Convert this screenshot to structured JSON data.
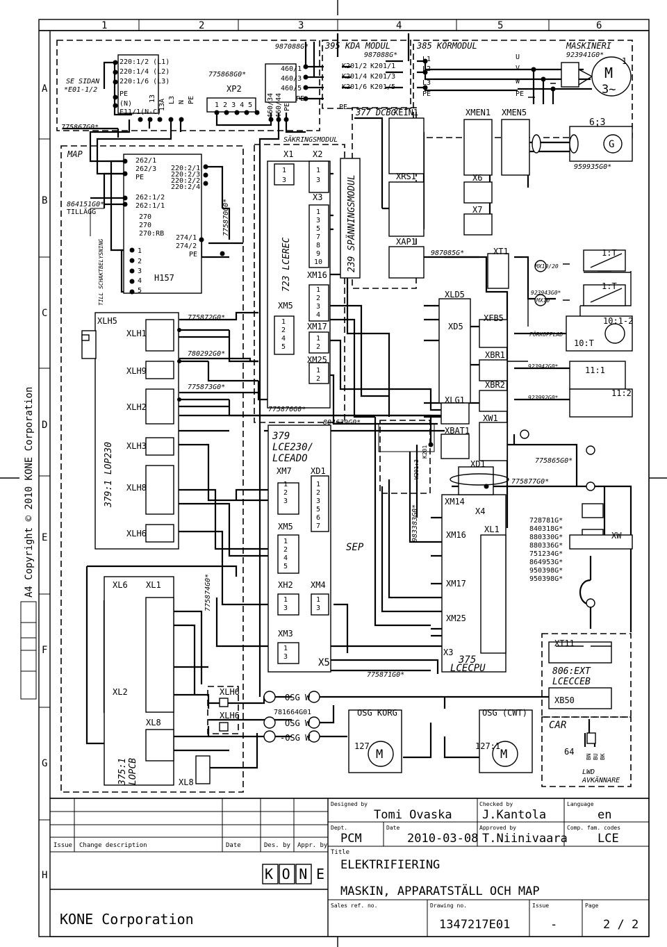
{
  "sheet": {
    "side_text": "A4   Copyright © 2010 KONE Corporation",
    "columns": [
      "1",
      "2",
      "3",
      "4",
      "5",
      "6"
    ],
    "rows": [
      "A",
      "B",
      "C",
      "D",
      "E",
      "F",
      "G",
      "H"
    ]
  },
  "labels": {
    "se_sidan": "SE SIDAN",
    "e01": "*E01-1/2",
    "l1a": "220:1/2 (L1)",
    "l2a": "220:1/4 (L2)",
    "l3a": "220:1/6 (L3)",
    "pe": "PE",
    "n": "(N)",
    "f11": "F11/1(N-C)",
    "r13": "13",
    "r13a": "13A",
    "rl3": "L3",
    "rn": "N",
    "rpe": "PE",
    "c987088": "987088G*",
    "c775868": "775868G0*",
    "xp2": "XP2",
    "xp2pins": "1 2 3 4 5",
    "p460_1": "460/1",
    "p460_3": "460/3",
    "p460_5": "460/5",
    "p460_pe": "PE",
    "r460_34": "460/34",
    "r460_44": "460/44",
    "r460pe": "PE",
    "kda": "395 KDA MODUL",
    "kda_code": "987088G*",
    "k2011": "K201/1",
    "k2012": "K201/2",
    "k2013": "K201/3",
    "k2014": "K201/4",
    "k2015": "K201/5",
    "k2016": "K201/6",
    "kormodul": "385 KÖRMODUL",
    "l1": "L1",
    "l2": "L2",
    "l3": "L3",
    "kpe": "PE",
    "dcbg": "377 DCBG",
    "xein1": "XEIN1",
    "maskineri": "MASKINERI",
    "c923941": "923941G0*",
    "m1": "1",
    "u": "U",
    "v": "V",
    "wm": "W",
    "mpe": "PE",
    "motor": "M",
    "motor3": "3~",
    "xmen1": "XMEN1",
    "xmen5": "XMEN5",
    "g63": "6:3",
    "gen": "G",
    "c959935": "959935G0*",
    "c775867": "775867G0*",
    "map": "MAP",
    "sakring": "SÄKRINGSMODUL",
    "r262_1": "262/1",
    "r262_3": "262/3",
    "r_pe1": "PE",
    "r262_12": "262:1/2",
    "r262_11": "262:1/1",
    "r270a": "270",
    "r270b": "270",
    "r270rb": "270:RB",
    "r220_21": "220:2/1",
    "r220_23": "220:2/3",
    "r220_22": "220:2/2",
    "r220_24": "220:2/4",
    "r274_1": "274/1",
    "r274_2": "274/2",
    "r274pe": "PE",
    "c864151": "864151G0*",
    "tillagg": "TILLÄGG",
    "c775870": "775870G0*",
    "schakt": "TILL SCHAKTBELYSNING",
    "h157": "H157",
    "x1": "X1",
    "x2": "X2",
    "x3": "X3",
    "lcerec": "723 LCEREC",
    "spanning": "239 SPÄNNINGSMODUL",
    "xrs1": "XRS1",
    "xap1": "XAP1",
    "x6": "X6",
    "x7": "X7",
    "c987085": "987085G*",
    "xt1": "XT1",
    "mx10_20": "MX10/20",
    "c923943": "923943G0*",
    "mx10": "MX10",
    "t1a": "1:T",
    "t1b": "1:T",
    "xm16": "XM16",
    "xm5": "XM5",
    "xm17": "XM17",
    "xm25": "XM25",
    "xld5": "XLD5",
    "xd5": "XD5",
    "xfb5": "XFB5",
    "xbr1": "XBR1",
    "xbr2": "XBR2",
    "forkopplad": "FÖRKOPPLAD",
    "t10_12": "10:1-2",
    "t10": "10:T",
    "c923942": "923942G0*",
    "t11_1": "11:1",
    "c923992": "923992G0*",
    "t11_2": "11:2",
    "xlh5": "XLH5",
    "xlh1": "XLH1",
    "xlh9": "XLH9",
    "xlh2": "XLH2",
    "xlh3": "XLH3",
    "xlh8": "XLH8",
    "xlh6": "XLH6",
    "lop230": "379:1 LOP230",
    "c775872": "775872G0*",
    "c780292": "780292G0*",
    "c775873": "775873G0*",
    "c775876": "775876G0*",
    "c804639": "804639G0*",
    "xlg1": "XLG1",
    "xbat1": "XBAT1",
    "xw1": "XW1",
    "xd1b": "XD1",
    "c775865": "775865G0*",
    "c775877": "775877G0*",
    "lce230": "379",
    "lce230b": "LCE230/",
    "lce230c": "LCEADO",
    "xm7": "XM7",
    "xd1": "XD1",
    "xm5b": "XM5",
    "xh2": "XH2",
    "xm4": "XM4",
    "xm3": "XM3",
    "x5": "X5",
    "sep": "SEP",
    "w201": "W201:3",
    "k201": "K201",
    "c983383": "983383G0*",
    "xm14": "XM14",
    "x4": "X4",
    "xm16b": "XM16",
    "xm17b": "XM17",
    "xm25b": "XM25",
    "x3b": "X3",
    "xl1b": "XL1",
    "lcecpu": "375",
    "lcecpu2": "LCECPU",
    "c775871": "775871G0*",
    "xw": "XW",
    "codes": [
      "728781G*",
      "840318G*",
      "880330G*",
      "880336G*",
      "751234G*",
      "864953G*",
      "950398G*",
      "950398G*"
    ],
    "xl6": "XL6",
    "xl1": "XL1",
    "xl2": "XL2",
    "xl8": "XL8",
    "xl8b": "XL8",
    "lopcb": "375:1",
    "lopcb2": "LOPCB",
    "c775874": "775874G0*",
    "xlh6a": "XLH6",
    "xlh6b": "XLH6",
    "osg_w1": "OSG W",
    "c781664": "781664G01",
    "osg_w2": "OSG W",
    "osg_w3": "-OSG W",
    "osg_korg": "OSG KORG",
    "osg_cwt": "OSG (CWT)",
    "m127": "127",
    "m127_1": "127:1",
    "mm": "M",
    "xt11": "XT11",
    "ext": "806:EXT",
    "ext2": "LCECCEB",
    "xb50": "XB50",
    "car": "CAR",
    "n64": "64",
    "bn": "BN",
    "bu": "BU",
    "bk": "BK",
    "lwd": "LWD",
    "avkannare": "AVKÄNNARE"
  },
  "title_block": {
    "designed_by_label": "Designed by",
    "designed_by": "Tomi Ovaska",
    "checked_by_label": "Checked by",
    "checked_by": "J.Kantola",
    "language_label": "Language",
    "language": "en",
    "dept_label": "Dept.",
    "dept": "PCM",
    "date_label": "Date",
    "date": "2010-03-08",
    "approved_by_label": "Approved by",
    "approved_by": "T.Niinivaara",
    "comp_label": "Comp. fam. codes",
    "comp": "LCE",
    "issue_col": "Issue",
    "change_col": "Change description",
    "date_col": "Date",
    "des_col": "Des. by",
    "appr_col": "Appr. by",
    "title_label": "Title",
    "title1": "ELEKTRIFIERING",
    "title2": "MASKIN, APPARATSTÄLL OCH MAP",
    "sales_label": "Sales ref. no.",
    "drawing_label": "Drawing no.",
    "drawing": "1347217E01",
    "issue_label": "Issue",
    "issue": "-",
    "page_label": "Page",
    "page": "2 / 2",
    "logo": "KONE",
    "company": "KONE Corporation"
  }
}
